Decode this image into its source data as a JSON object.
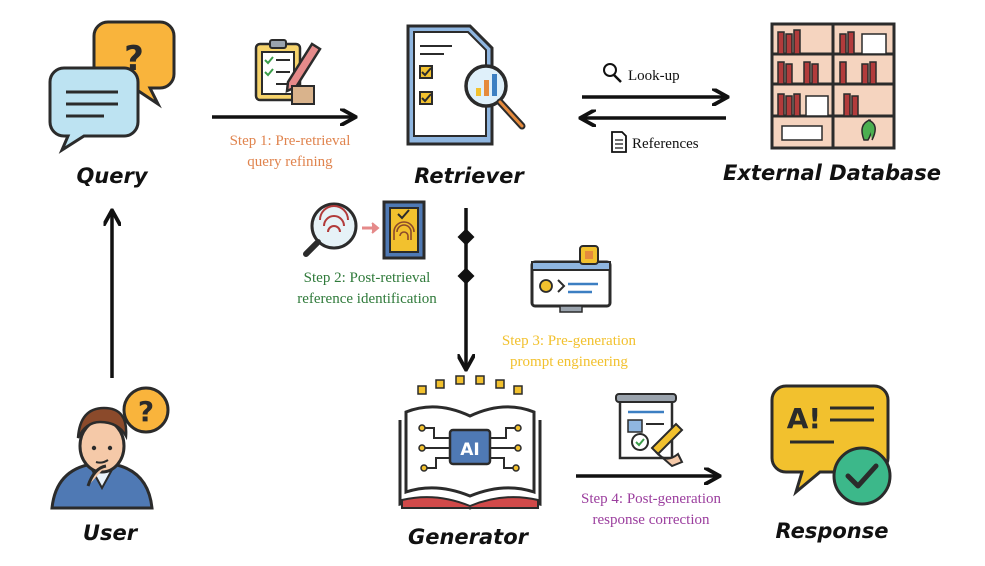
{
  "nodes": {
    "query": {
      "label": "Query"
    },
    "retriever": {
      "label": "Retriever"
    },
    "database": {
      "label": "External Database"
    },
    "user": {
      "label": "User"
    },
    "generator": {
      "label": "Generator"
    },
    "response": {
      "label": "Response"
    }
  },
  "steps": {
    "step1": {
      "line1": "Step 1: Pre-retrieval",
      "line2": "query refining",
      "color": "#E0844E"
    },
    "step2": {
      "line1": "Step 2: Post-retrieval",
      "line2": "reference identification",
      "color": "#2F7A3A"
    },
    "step3": {
      "line1": "Step 3: Pre-generation",
      "line2": "prompt engineering",
      "color": "#F2C12E"
    },
    "step4": {
      "line1": "Step 4: Post-generation",
      "line2": "response correction",
      "color": "#9B3E9E"
    }
  },
  "edges": {
    "lookup_label": "Look-up",
    "references_label": "References"
  },
  "icons": {
    "query": "speech-bubbles-icon",
    "retriever": "document-magnifier-icon",
    "database": "bookshelf-icon",
    "user": "thinking-person-icon",
    "generator": "ai-book-icon",
    "response": "ai-response-check-icon"
  }
}
